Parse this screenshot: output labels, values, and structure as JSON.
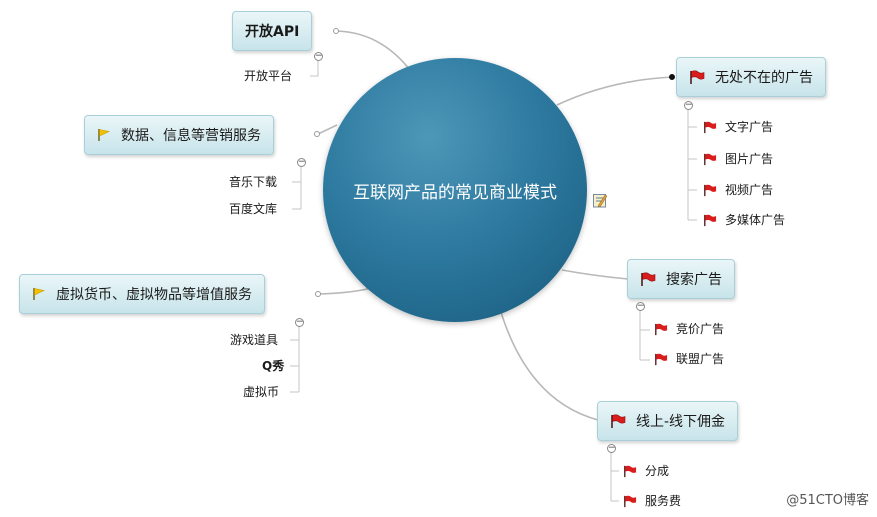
{
  "center": {
    "label": "互联网产品的常见商业模式"
  },
  "topics": [
    {
      "id": "open_api",
      "label": "开放API",
      "icon": "none",
      "children": [
        "开放平台"
      ]
    },
    {
      "id": "data_services",
      "label": "数据、信息等营销服务",
      "icon": "yellow-flag-icon",
      "children": [
        "音乐下载",
        "百度文库"
      ]
    },
    {
      "id": "virtual_goods",
      "label": "虚拟货币、虚拟物品等增值服务",
      "icon": "yellow-flag-icon",
      "children": [
        "游戏道具",
        "Q秀",
        "虚拟币"
      ]
    },
    {
      "id": "ads",
      "label": "无处不在的广告",
      "icon": "red-flag-icon",
      "children": [
        "文字广告",
        "图片广告",
        "视频广告",
        "多媒体广告"
      ]
    },
    {
      "id": "search_ads",
      "label": "搜索广告",
      "icon": "red-flag-icon",
      "children": [
        "竞价广告",
        "联盟广告"
      ]
    },
    {
      "id": "o2o",
      "label": "线上-线下佣金",
      "icon": "red-flag-icon",
      "children": [
        "分成",
        "服务费"
      ]
    }
  ],
  "collapse_symbol": "−",
  "watermark": "@51CTO博客",
  "colors": {
    "center": "#2e7aa0",
    "topic_bg": "#c7e4ea",
    "red_flag": "#d91c1c",
    "yellow_flag": "#f2c200"
  }
}
